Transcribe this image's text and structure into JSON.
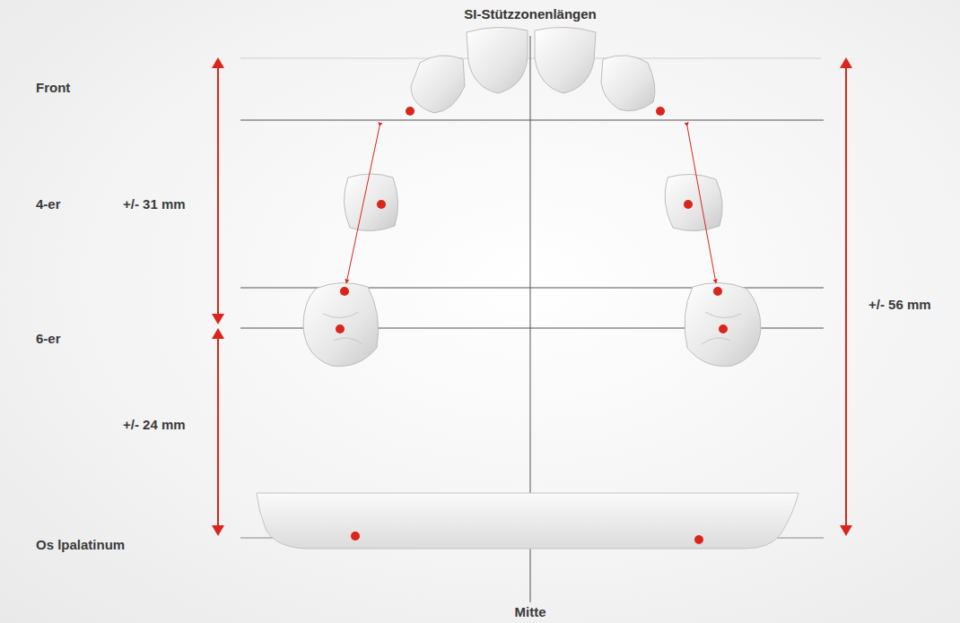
{
  "diagram": {
    "title": "SI-Stützzonenlängen",
    "labels": [
      "Front",
      "4-er",
      "+/- 31 mm",
      "6-er",
      "+/- 24 mm",
      "Os lpalatinum",
      "+/- 56 mm",
      "Mitte"
    ]
  }
}
